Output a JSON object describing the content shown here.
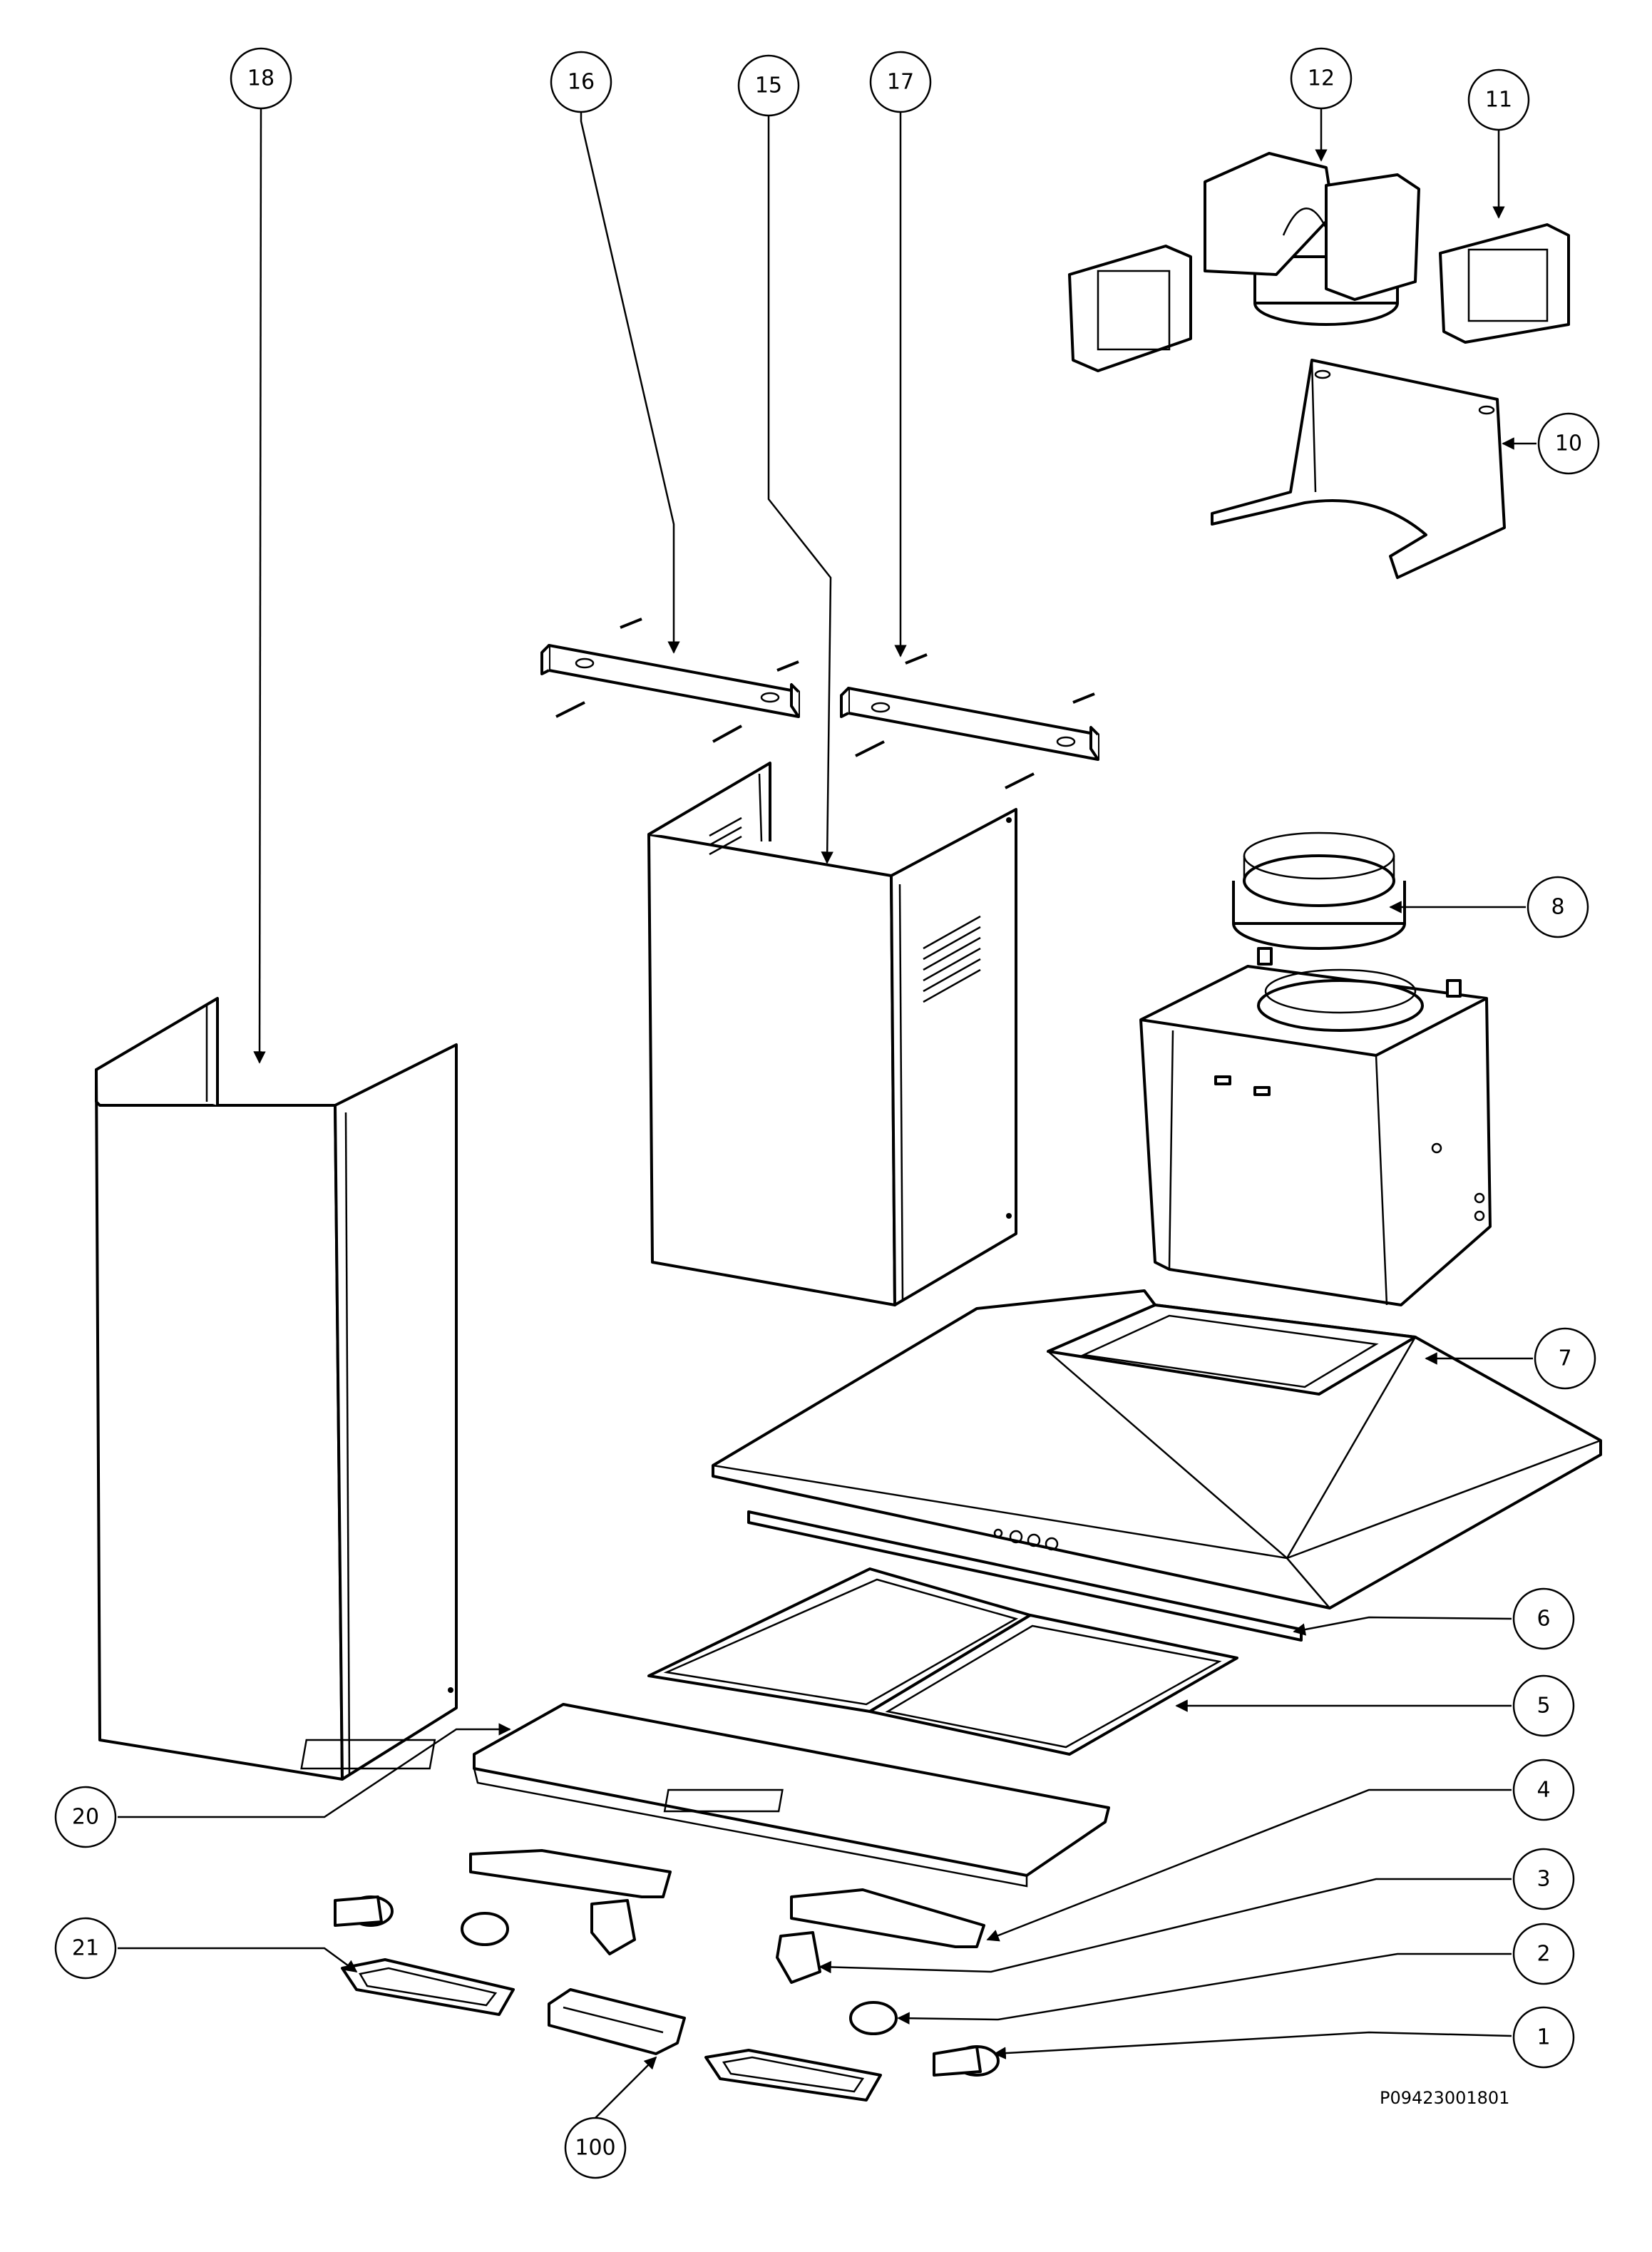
{
  "document_code": "P09423001801",
  "callouts": [
    {
      "id": "18",
      "label": "18"
    },
    {
      "id": "16",
      "label": "16"
    },
    {
      "id": "15",
      "label": "15"
    },
    {
      "id": "17",
      "label": "17"
    },
    {
      "id": "12",
      "label": "12"
    },
    {
      "id": "11",
      "label": "11"
    },
    {
      "id": "10",
      "label": "10"
    },
    {
      "id": "8",
      "label": "8"
    },
    {
      "id": "7",
      "label": "7"
    },
    {
      "id": "6",
      "label": "6"
    },
    {
      "id": "5",
      "label": "5"
    },
    {
      "id": "4",
      "label": "4"
    },
    {
      "id": "3",
      "label": "3"
    },
    {
      "id": "2",
      "label": "2"
    },
    {
      "id": "1",
      "label": "1"
    },
    {
      "id": "20",
      "label": "20"
    },
    {
      "id": "21",
      "label": "21"
    },
    {
      "id": "100",
      "label": "100"
    }
  ],
  "colors": {
    "line": "#000000",
    "background": "#ffffff"
  }
}
